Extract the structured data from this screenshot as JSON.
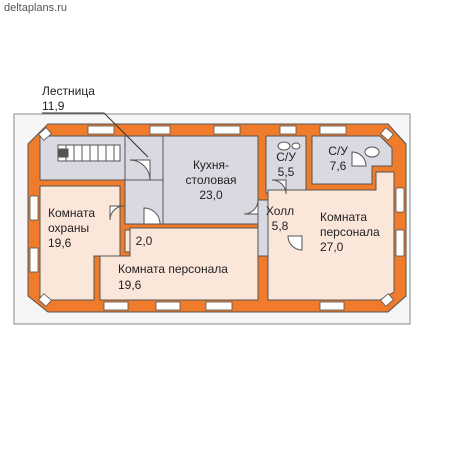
{
  "site_label": "deltaplans.ru",
  "colors": {
    "wall": "#f07b2a",
    "room_pink": "#fbe6da",
    "room_gray": "#d9d9e2",
    "terrace": "#f6f6f6",
    "outline": "#555555"
  },
  "rooms": {
    "stairs": {
      "name": "Лестница",
      "area": "11,9"
    },
    "kitchen": {
      "name": "Кухня-\nстоловая",
      "name_line1": "Кухня-",
      "name_line2": "столовая",
      "area": "23,0"
    },
    "wc1": {
      "name": "С/У",
      "area": "5,5"
    },
    "wc2": {
      "name": "С/У",
      "area": "7,6"
    },
    "hall": {
      "name": "Холл",
      "area": "5,8"
    },
    "guard": {
      "name_line1": "Комната",
      "name_line2": "охраны",
      "area": "19,6"
    },
    "closet": {
      "area": "2,0"
    },
    "staff_left": {
      "name": "Комната персонала",
      "area": "19,6"
    },
    "staff_right": {
      "name_line1": "Комната",
      "name_line2": "персонала",
      "area": "27,0"
    }
  }
}
